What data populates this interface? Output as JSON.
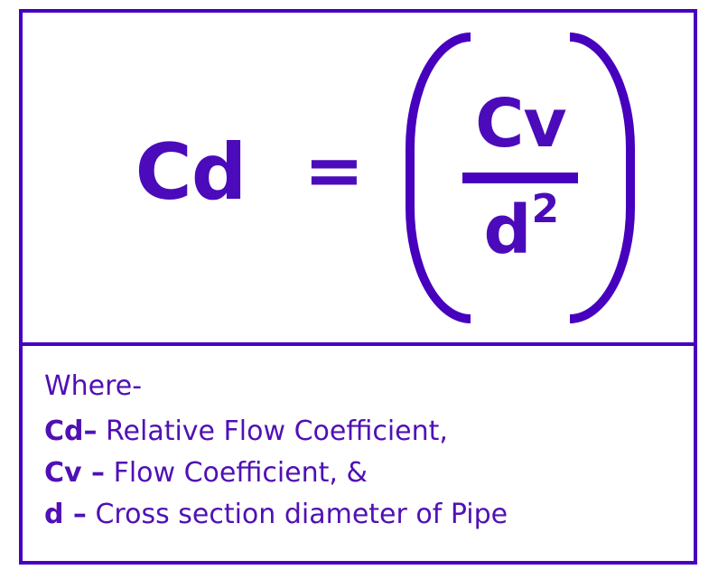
{
  "theme": {
    "background": "#ffffff",
    "border_color": "#4600BE",
    "formula_color": "#4B0BBA",
    "legend_text_color": "#5010B5"
  },
  "formula": {
    "left_hand_side": "Cd",
    "equals_sign": "=",
    "open_bracket": "(",
    "close_bracket": ")",
    "numerator": "Cv",
    "denominator_base": "d",
    "denominator_exponent": "2",
    "fraction_bar": ""
  },
  "legend": {
    "heading": "Where-",
    "items": [
      {
        "symbol": "Cd",
        "dash": "–",
        "description": " Relative Flow Coefficient,"
      },
      {
        "symbol": "Cv",
        "dash": " –",
        "description": " Flow Coefficient, &"
      },
      {
        "symbol": "d",
        "dash": " –",
        "description": " Cross section diameter of Pipe"
      }
    ]
  }
}
